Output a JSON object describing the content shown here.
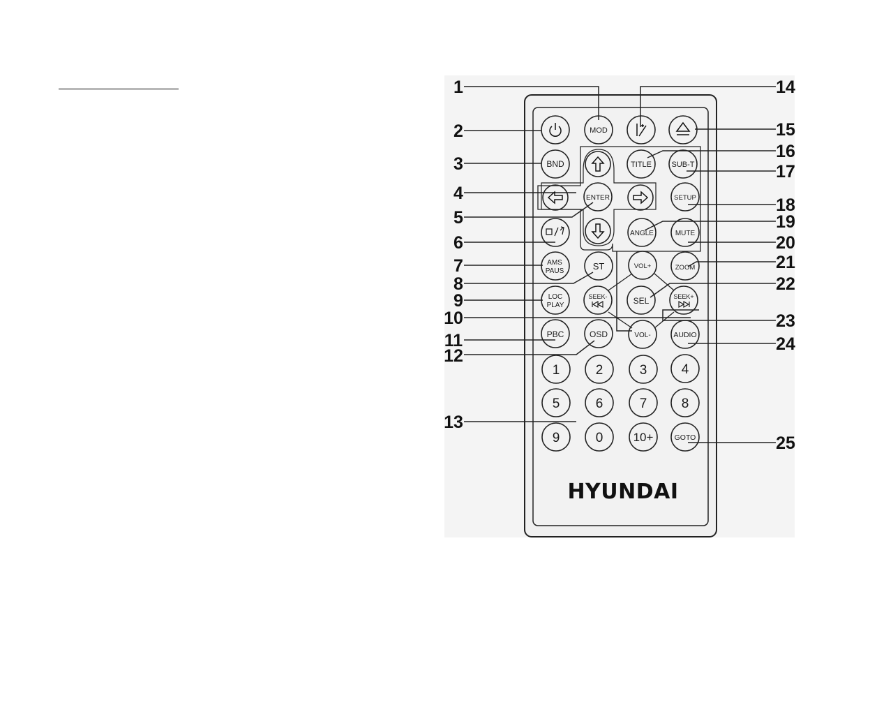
{
  "brand": "HYUNDAI",
  "colors": {
    "panel": "#f2f2f2",
    "line": "#222222"
  },
  "buttons": {
    "power": "power-icon",
    "mod": "MOD",
    "step": "step-icon",
    "eject": "eject-icon",
    "bnd": "BND",
    "up": "arrow-up-icon",
    "title": "TITLE",
    "subt": "SUB-T",
    "left": "arrow-left-icon",
    "enter": "ENTER",
    "right": "arrow-right-icon",
    "setup": "SETUP",
    "stop": "stop-return-icon",
    "down": "arrow-down-icon",
    "angle": "ANGLE",
    "mute": "MUTE",
    "ams_1": "AMS",
    "ams_2": "PAUS",
    "st": "ST",
    "volp": "VOL+",
    "zoom": "ZOOM",
    "loc_1": "LOC",
    "loc_2": "PLAY",
    "seekm": "SEEK-",
    "sel": "SEL",
    "seekp": "SEEK+",
    "pbc": "PBC",
    "osd": "OSD",
    "volm": "VOL-",
    "audio": "AUDIO",
    "n1": "1",
    "n2": "2",
    "n3": "3",
    "n4": "4",
    "n5": "5",
    "n6": "6",
    "n7": "7",
    "n8": "8",
    "n9": "9",
    "n0": "0",
    "n10": "10+",
    "goto": "GOTO"
  },
  "callouts": [
    "1",
    "2",
    "3",
    "4",
    "5",
    "6",
    "7",
    "8",
    "9",
    "10",
    "11",
    "12",
    "13",
    "14",
    "15",
    "16",
    "17",
    "18",
    "19",
    "20",
    "21",
    "22",
    "23",
    "24",
    "25"
  ]
}
